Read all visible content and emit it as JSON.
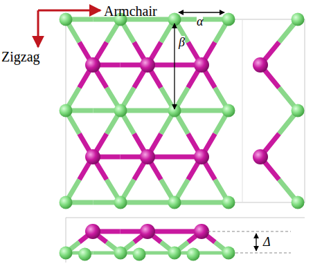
{
  "diagram": {
    "labels": [
      "Armchair",
      "Zigzag",
      "α",
      "β",
      "Δ"
    ]
  }
}
